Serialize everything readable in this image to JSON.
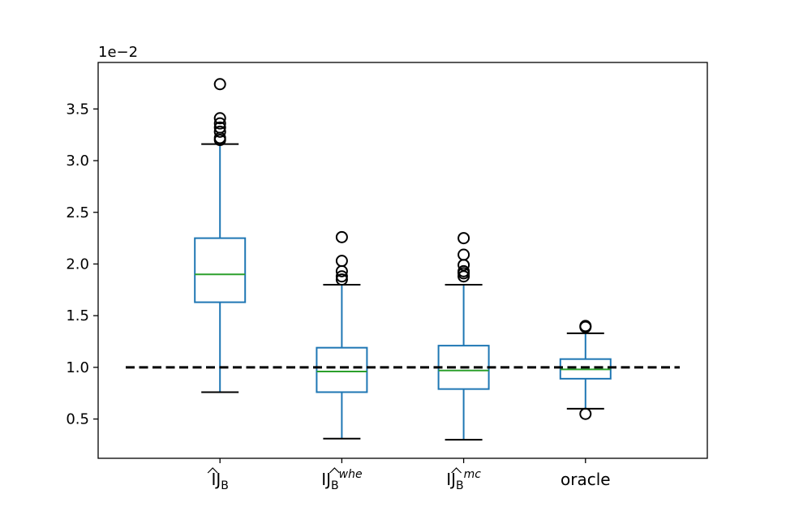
{
  "chart_data": {
    "type": "box",
    "scale_label": "1e−2",
    "ylim": [
      0.12,
      3.95
    ],
    "yticks": [
      0.5,
      1.0,
      1.5,
      2.0,
      2.5,
      3.0,
      3.5
    ],
    "ytick_labels": [
      "0.5",
      "1.0",
      "1.5",
      "2.0",
      "2.5",
      "3.0",
      "3.5"
    ],
    "reference_line": {
      "y": 1.0,
      "style": "dashed",
      "color": "#000000"
    },
    "grid": false,
    "colors": {
      "box": "#1f77b4",
      "median": "#2ca02c",
      "whisker_cap": "#000000",
      "reference": "#000000"
    },
    "categories": [
      {
        "base": "IJ",
        "sub": "B",
        "sup": "",
        "hat": true
      },
      {
        "base": "IJ",
        "sub": "B",
        "sup": "whe",
        "hat": true
      },
      {
        "base": "IJ",
        "sub": "B",
        "sup": "mc",
        "hat": true
      },
      {
        "base": "oracle",
        "sub": "",
        "sup": "",
        "hat": false
      }
    ],
    "boxes": [
      {
        "whisker_low": 0.76,
        "q1": 1.63,
        "median": 1.9,
        "q3": 2.25,
        "whisker_high": 3.16,
        "outliers": [
          3.2,
          3.22,
          3.28,
          3.32,
          3.36,
          3.41,
          3.74
        ]
      },
      {
        "whisker_low": 0.31,
        "q1": 0.76,
        "median": 0.96,
        "q3": 1.19,
        "whisker_high": 1.8,
        "outliers": [
          1.85,
          1.88,
          1.93,
          2.03,
          2.26
        ]
      },
      {
        "whisker_low": 0.3,
        "q1": 0.79,
        "median": 0.97,
        "q3": 1.21,
        "whisker_high": 1.8,
        "outliers": [
          1.88,
          1.91,
          1.93,
          1.99,
          2.09,
          2.25
        ]
      },
      {
        "whisker_low": 0.6,
        "q1": 0.89,
        "median": 0.98,
        "q3": 1.08,
        "whisker_high": 1.33,
        "outliers": [
          0.55,
          1.39,
          1.4
        ]
      }
    ]
  }
}
